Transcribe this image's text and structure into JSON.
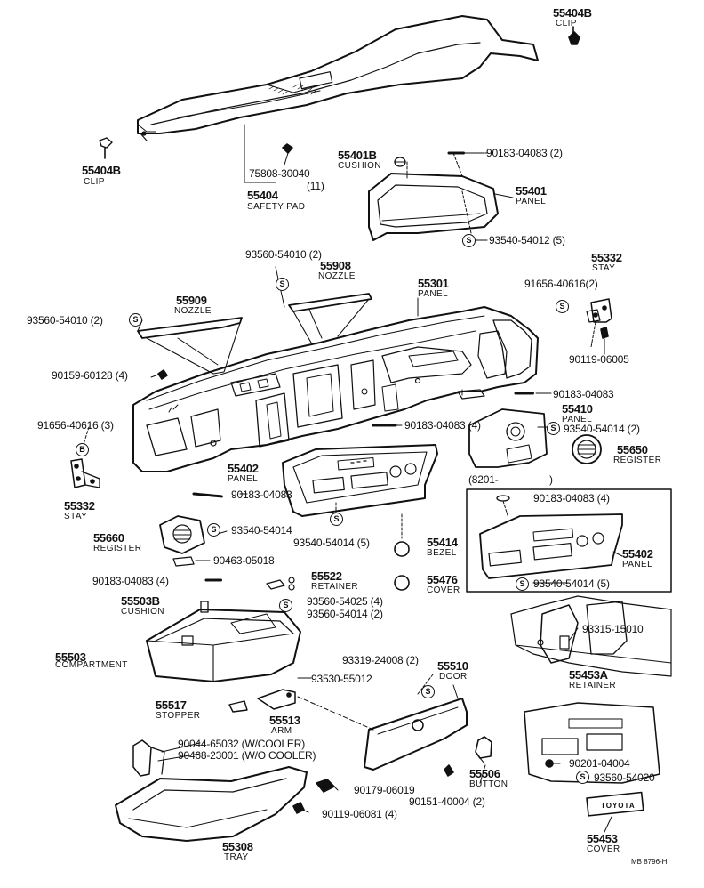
{
  "diagram": {
    "labels": {
      "l_55404b_top": "55404B",
      "l_clip_top": "CLIP",
      "l_55404b_left": "55404B",
      "l_clip_left": "CLIP",
      "l_75808": "75808-30040",
      "l_11": "(11)",
      "l_55404": "55404",
      "l_safety_pad": "SAFETY PAD",
      "l_55401b": "55401B",
      "l_cushion_top": "CUSHION",
      "l_90183_04083_2": "90183-04083 (2)",
      "l_55401": "55401",
      "l_panel_55401": "PANEL",
      "l_93540_54012": "93540-54012 (5)",
      "l_93560_54010_2_top": "93560-54010 (2)",
      "l_55908": "55908",
      "l_nozzle_55908": "NOZZLE",
      "l_55301": "55301",
      "l_panel_55301": "PANEL",
      "l_55332_top": "55332",
      "l_stay_top": "STAY",
      "l_91656_40616_2": "91656-40616(2)",
      "l_55909": "55909",
      "l_nozzle_55909": "NOZZLE",
      "l_93560_54010_2_left": "93560-54010 (2)",
      "l_90119_06005": "90119-06005",
      "l_90159_60128": "90159-60128 (4)",
      "l_90183_04083_right": "90183-04083",
      "l_55410": "55410",
      "l_panel_55410": "PANEL",
      "l_93540_54014_2": "93540-54014 (2)",
      "l_91656_40616_3": "91656-40616 (3)",
      "l_90183_04083_4_mid": "90183-04083 (4)",
      "l_55650": "55650",
      "l_register_55650": "REGISTER",
      "l_55402": "55402",
      "l_panel_55402": "PANEL",
      "l_8201": "(8201-",
      "l_8201_close": ")",
      "l_90183_04083_left": "90183-04083",
      "l_55332_left": "55332",
      "l_stay_left": "STAY",
      "l_90183_04083_4_box": "90183-04083 (4)",
      "l_93540_54014_a": "93540-54014",
      "l_55660": "55660",
      "l_register_55660": "REGISTER",
      "l_93540_54014_5": "93540-54014 (5)",
      "l_55414": "55414",
      "l_bezel": "BEZEL",
      "l_55402_box": "55402",
      "l_panel_55402_box": "PANEL",
      "l_90463_05018": "90463-05018",
      "l_93540_54014_5_box": "93540-54014 (5)",
      "l_90183_04083_4_low": "90183-04083 (4)",
      "l_55522": "55522",
      "l_retainer_55522": "RETAINER",
      "l_55476": "55476",
      "l_cover_55476": "COVER",
      "l_55503b": "55503B",
      "l_cushion_low": "CUSHION",
      "l_93560_54025": "93560-54025 (4)",
      "l_93560_54014": "93560-54014 (2)",
      "l_93315_15010": "93315-15010",
      "l_55503": "55503",
      "l_compartment": "COMPARTMENT",
      "l_93319_24008": "93319-24008 (2)",
      "l_55510": "55510",
      "l_door": "DOOR",
      "l_55453a": "55453A",
      "l_retainer_55453a": "RETAINER",
      "l_93530_55012": "93530-55012",
      "l_55517": "55517",
      "l_stopper": "STOPPER",
      "l_55513": "55513",
      "l_arm": "ARM",
      "l_90044": "90044-65032 (W/COOLER)",
      "l_90468": "90468-23001 (W/O COOLER)",
      "l_55506": "55506",
      "l_button": "BUTTON",
      "l_90201_04004": "90201-04004",
      "l_93560_54020": "93560-54020",
      "l_90179_06019": "90179-06019",
      "l_90151_40004": "90151-40004 (2)",
      "l_90119_06081": "90119-06081 (4)",
      "l_55308": "55308",
      "l_tray": "TRAY",
      "l_55453": "55453",
      "l_cover_55453": "COVER",
      "l_toyota": "TOYOTA",
      "l_code": "MB 8796-H"
    },
    "marks": {
      "s": "S",
      "b": "B"
    }
  }
}
